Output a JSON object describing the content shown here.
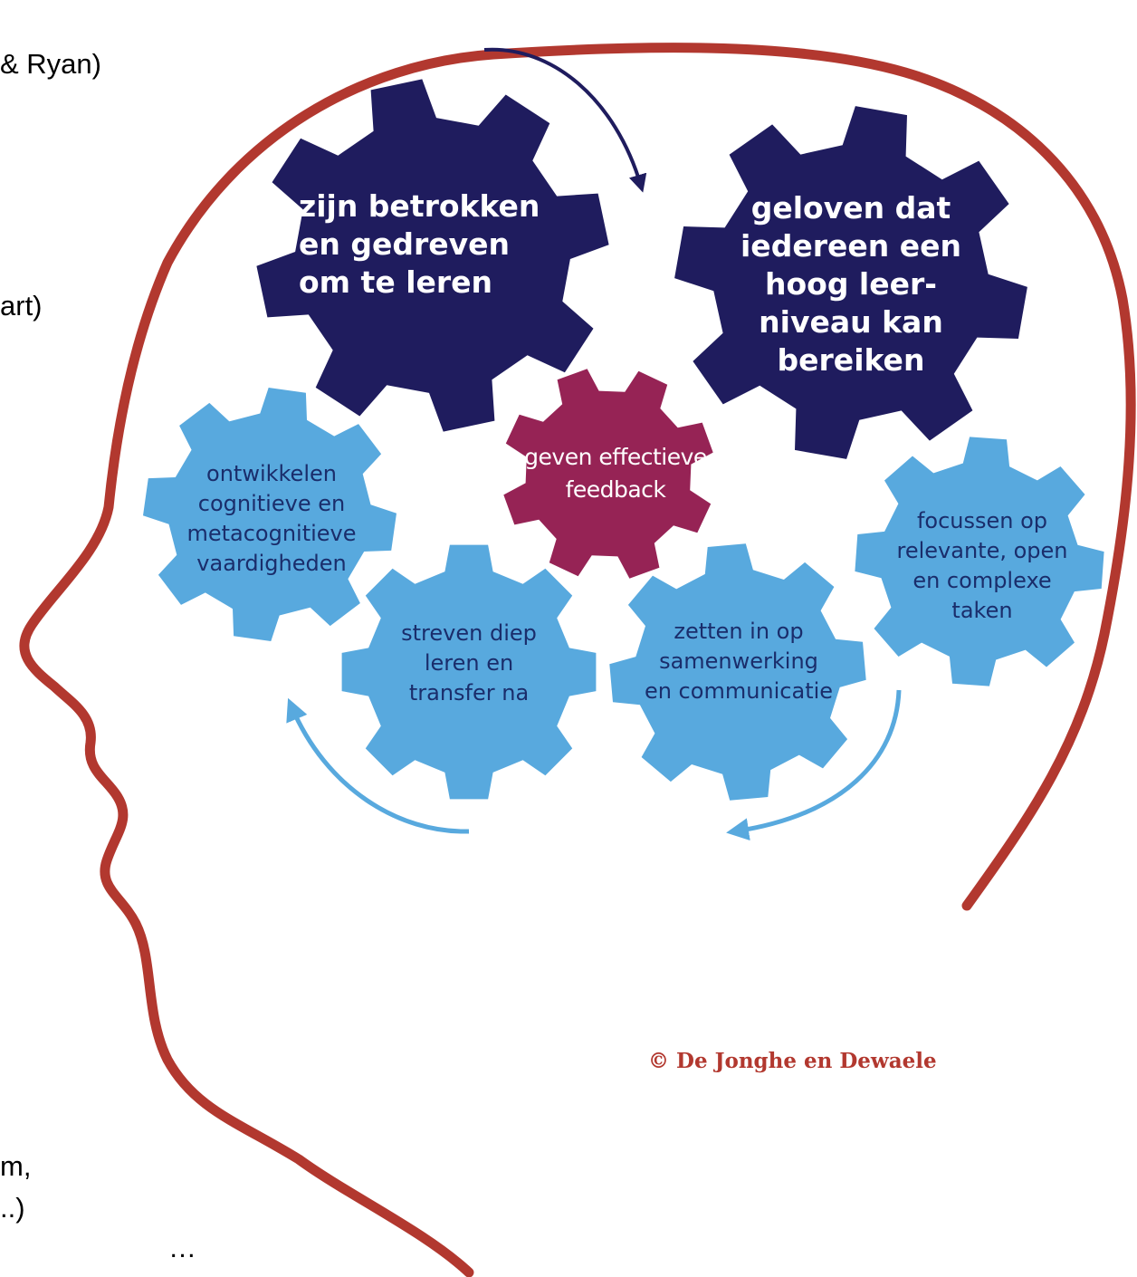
{
  "side_text": {
    "line1": "& Ryan)",
    "line2": "art)",
    "line3": "m,",
    "line4": "..)",
    "ellipsis": "…"
  },
  "gears": {
    "betrokken": [
      "zijn betrokken",
      "en gedreven",
      "om te leren"
    ],
    "geloven": [
      "geloven dat",
      "iedereen een",
      "hoog leer-",
      "niveau kan",
      "bereiken"
    ],
    "feedback": [
      "geven effectieve",
      "feedback"
    ],
    "ontwikkelen": [
      "ontwikkelen",
      "cognitieve en",
      "metacognitieve",
      "vaardigheden"
    ],
    "streven": [
      "streven diep",
      "leren en",
      "transfer na"
    ],
    "zetten": [
      "zetten in op",
      "samenwerking",
      "en communicatie"
    ],
    "focussen": [
      "focussen op",
      "relevante, open",
      "en complexe",
      "taken"
    ]
  },
  "credit": "© De Jonghe en Dewaele",
  "colors": {
    "head_outline": "#b2382f",
    "dark_gear": "#1f1c5e",
    "light_gear": "#58a9de",
    "magenta_gear": "#962355",
    "dark_arrow": "#1f1c5e",
    "light_arrow": "#58a9de"
  }
}
